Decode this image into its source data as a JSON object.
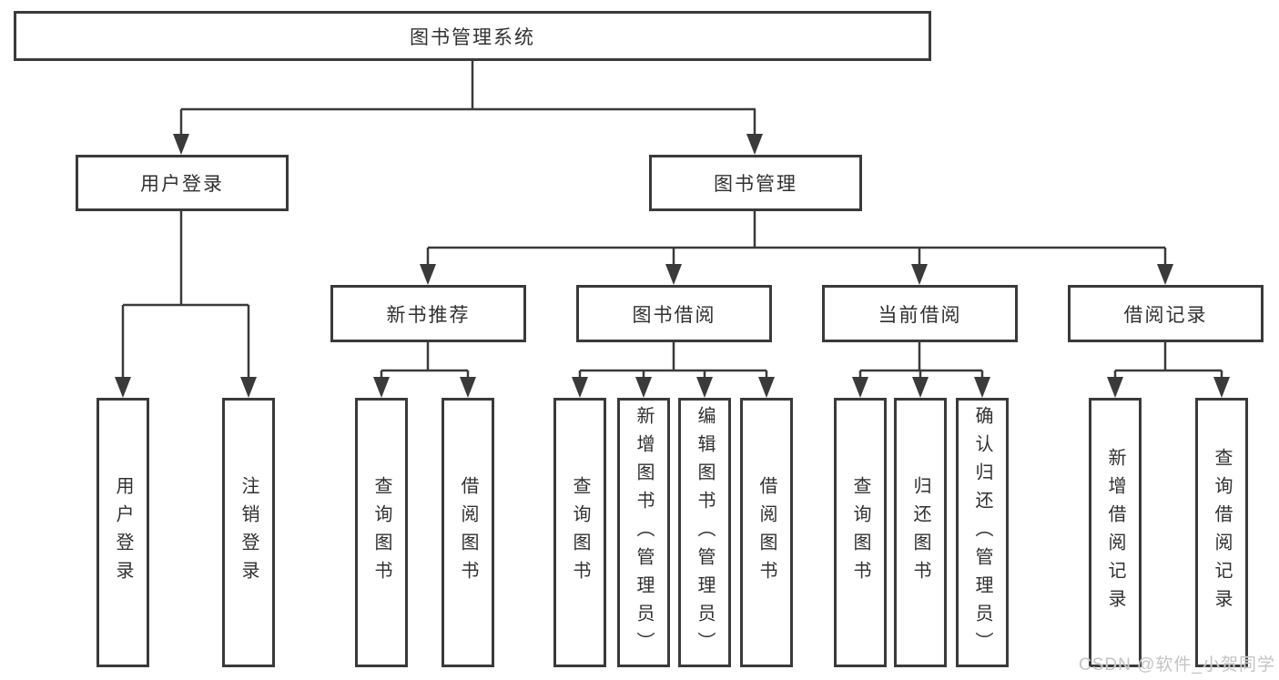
{
  "diagram": {
    "watermark": "CSDN @软件_小贺同学",
    "colors": {
      "line": "#3a3a3a",
      "box_border": "#3a3a3a",
      "text": "#303030",
      "background": "#ffffff",
      "watermark": "#c4c4c4"
    },
    "nodes": {
      "root": {
        "label": "图书管理系统"
      },
      "user_login": {
        "label": "用户登录"
      },
      "book_mgmt": {
        "label": "图书管理"
      },
      "new_book_rec": {
        "label": "新书推荐"
      },
      "book_borrow": {
        "label": "图书借阅"
      },
      "current_borrow": {
        "label": "当前借阅"
      },
      "borrow_record": {
        "label": "借阅记录"
      },
      "leaf_user_login": {
        "label": "用户登录"
      },
      "leaf_logout": {
        "label": "注销登录"
      },
      "leaf_rec_query": {
        "label": "查询图书"
      },
      "leaf_rec_borrow": {
        "label": "借阅图书"
      },
      "leaf_bb_query": {
        "label": "查询图书"
      },
      "leaf_bb_add": {
        "label": "新增图书（管理员）"
      },
      "leaf_bb_edit": {
        "label": "编辑图书（管理员）"
      },
      "leaf_bb_borrow": {
        "label": "借阅图书"
      },
      "leaf_cb_query": {
        "label": "查询图书"
      },
      "leaf_cb_return": {
        "label": "归还图书"
      },
      "leaf_cb_confirm": {
        "label": "确认归还（管理员）"
      },
      "leaf_br_add": {
        "label": "新增借阅记录"
      },
      "leaf_br_query": {
        "label": "查询借阅记录"
      }
    }
  }
}
